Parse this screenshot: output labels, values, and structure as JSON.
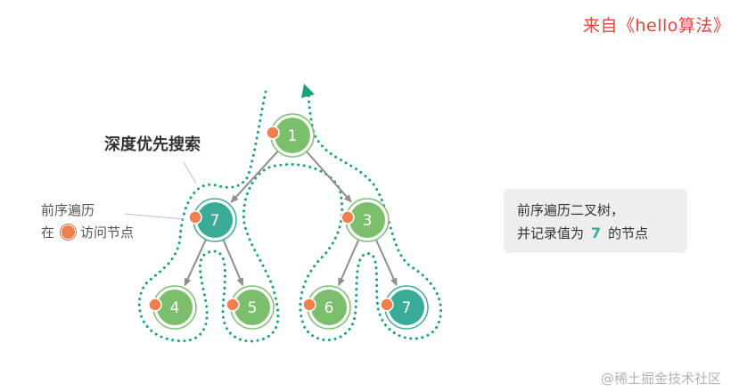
{
  "source_label": "来自《hello算法》",
  "traversal_label": "深度优先搜索",
  "note": {
    "line1": "前序遍历",
    "line2_prefix": "在",
    "line2_suffix": "访问节点"
  },
  "callout": {
    "line1": "前序遍历二叉树，",
    "line2_prefix": "并记录值为",
    "highlight_value": "7",
    "line2_suffix": "的节点"
  },
  "watermark": "@稀土掘金技术社区",
  "colors": {
    "node_green": "#7bbf6d",
    "node_teal": "#3aab97",
    "visit_dot": "#f07f4d",
    "dotted_path": "#1aa37a",
    "edge": "#8f8f8f",
    "source_red": "#e8423a"
  },
  "tree": {
    "nodes": [
      {
        "id": "n1",
        "value": "1",
        "highlighted": false,
        "visited_in_result": false
      },
      {
        "id": "n2",
        "value": "7",
        "highlighted": true,
        "visited_in_result": true
      },
      {
        "id": "n3",
        "value": "3",
        "highlighted": false,
        "visited_in_result": false
      },
      {
        "id": "n4",
        "value": "4",
        "highlighted": false,
        "visited_in_result": false
      },
      {
        "id": "n5",
        "value": "5",
        "highlighted": false,
        "visited_in_result": false
      },
      {
        "id": "n6",
        "value": "6",
        "highlighted": false,
        "visited_in_result": false
      },
      {
        "id": "n7",
        "value": "7",
        "highlighted": true,
        "visited_in_result": true
      }
    ],
    "edges": [
      {
        "from": "n1",
        "to": "n2"
      },
      {
        "from": "n1",
        "to": "n3"
      },
      {
        "from": "n2",
        "to": "n4"
      },
      {
        "from": "n2",
        "to": "n5"
      },
      {
        "from": "n3",
        "to": "n6"
      },
      {
        "from": "n3",
        "to": "n7"
      }
    ]
  }
}
